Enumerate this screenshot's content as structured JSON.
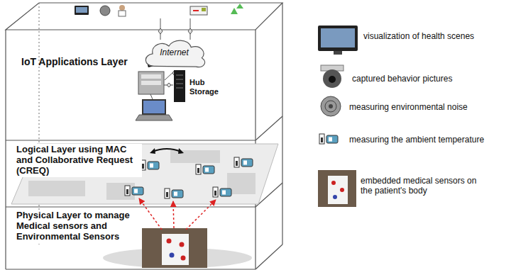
{
  "diagram": {
    "nodes": [
      {
        "text": [
          "IoT Applications Layer"
        ]
      },
      {
        "text": [
          "Internet"
        ],
        "in": 0
      },
      {
        "text": [
          "Hub Storage"
        ],
        "in": 0
      },
      {
        "text": [
          "Logical Layer using MAC and Collaborative Request (CREQ)"
        ]
      },
      {
        "text": [
          "Physical Layer to manage Medical sensors and Environmental Sensors"
        ]
      }
    ],
    "legend": [
      {
        "text": "visualization of health scenes"
      },
      {
        "text": "captured behavior pictures"
      },
      {
        "text": "measuring environmental noise"
      },
      {
        "text": "measuring the ambient temperature"
      },
      {
        "text": "embedded medical sensors on the patient's body"
      }
    ]
  }
}
